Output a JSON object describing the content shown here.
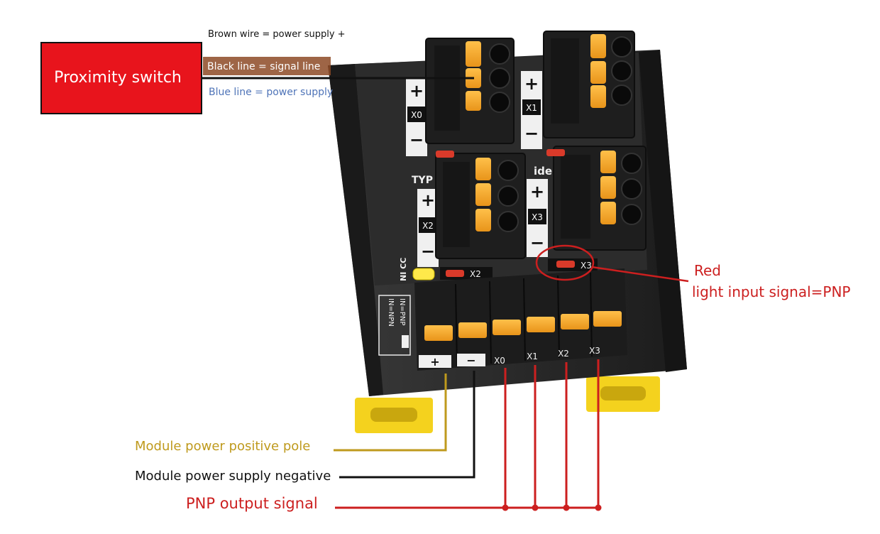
{
  "callouts": {
    "proximity_switch": "Proximity switch",
    "brown_wire": "Brown wire = power supply +",
    "black_wire": "Black line = signal line",
    "blue_wire": "Blue line = power supply",
    "red_title": "Red",
    "red_detail": "light input signal=PNP",
    "power_positive": "Module power positive pole",
    "power_negative": "Module power supply negative",
    "pnp_output": "PNP output signal"
  },
  "module": {
    "sensor_labels": [
      "X0",
      "X1",
      "X2",
      "X3"
    ],
    "plus": "+",
    "minus": "−",
    "typ_label": "TYP",
    "ide_label": "ide",
    "led_tags": [
      "X2",
      "X3"
    ],
    "side_label": "NI CC",
    "mode_labels": [
      "IN=NPN",
      "IN=PNP"
    ],
    "bottom_plus": "+",
    "bottom_minus": "−",
    "bottom_labels": [
      "X0",
      "X1",
      "X2",
      "X3"
    ]
  },
  "colors": {
    "switch_red": "#e8141c",
    "brown_wire": "#9a4a20",
    "black_wire": "#111111",
    "blue_wire": "#4f74b8",
    "callout_red": "#cc1f1f",
    "gold": "#bf9a1d",
    "terminal_orange": "#f5a623",
    "module_body": "#232323",
    "din_clip": "#f4d21e"
  }
}
